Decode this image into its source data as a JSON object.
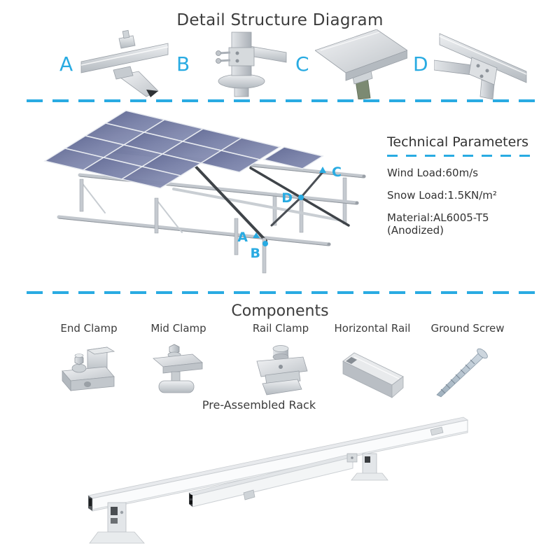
{
  "page_title": "Detail Structure Diagram",
  "colors": {
    "accent": "#29abe2",
    "text": "#3d3d3d",
    "panel_blue": "#6b739c",
    "metal_gray": "#c3c8cd"
  },
  "detail_section": {
    "items": [
      {
        "label": "A"
      },
      {
        "label": "B"
      },
      {
        "label": "C"
      },
      {
        "label": "D"
      }
    ]
  },
  "overview_section": {
    "markers": [
      {
        "label": "A"
      },
      {
        "label": "B"
      },
      {
        "label": "C"
      },
      {
        "label": "D"
      }
    ],
    "technical": {
      "title": "Technical Parameters",
      "lines": [
        {
          "text": "Wind Load:60m/s"
        },
        {
          "text": "Snow Load:1.5KN/m²"
        },
        {
          "text": "Material:AL6005-T5",
          "text2": "(Anodized)"
        }
      ]
    }
  },
  "components_section": {
    "title": "Components",
    "items": [
      {
        "label": "End Clamp"
      },
      {
        "label": "Mid Clamp"
      },
      {
        "label": "Rail Clamp"
      },
      {
        "label": "Horizontal Rail"
      },
      {
        "label": "Ground Screw"
      }
    ],
    "pre_assembled_label": "Pre-Assembled Rack"
  }
}
